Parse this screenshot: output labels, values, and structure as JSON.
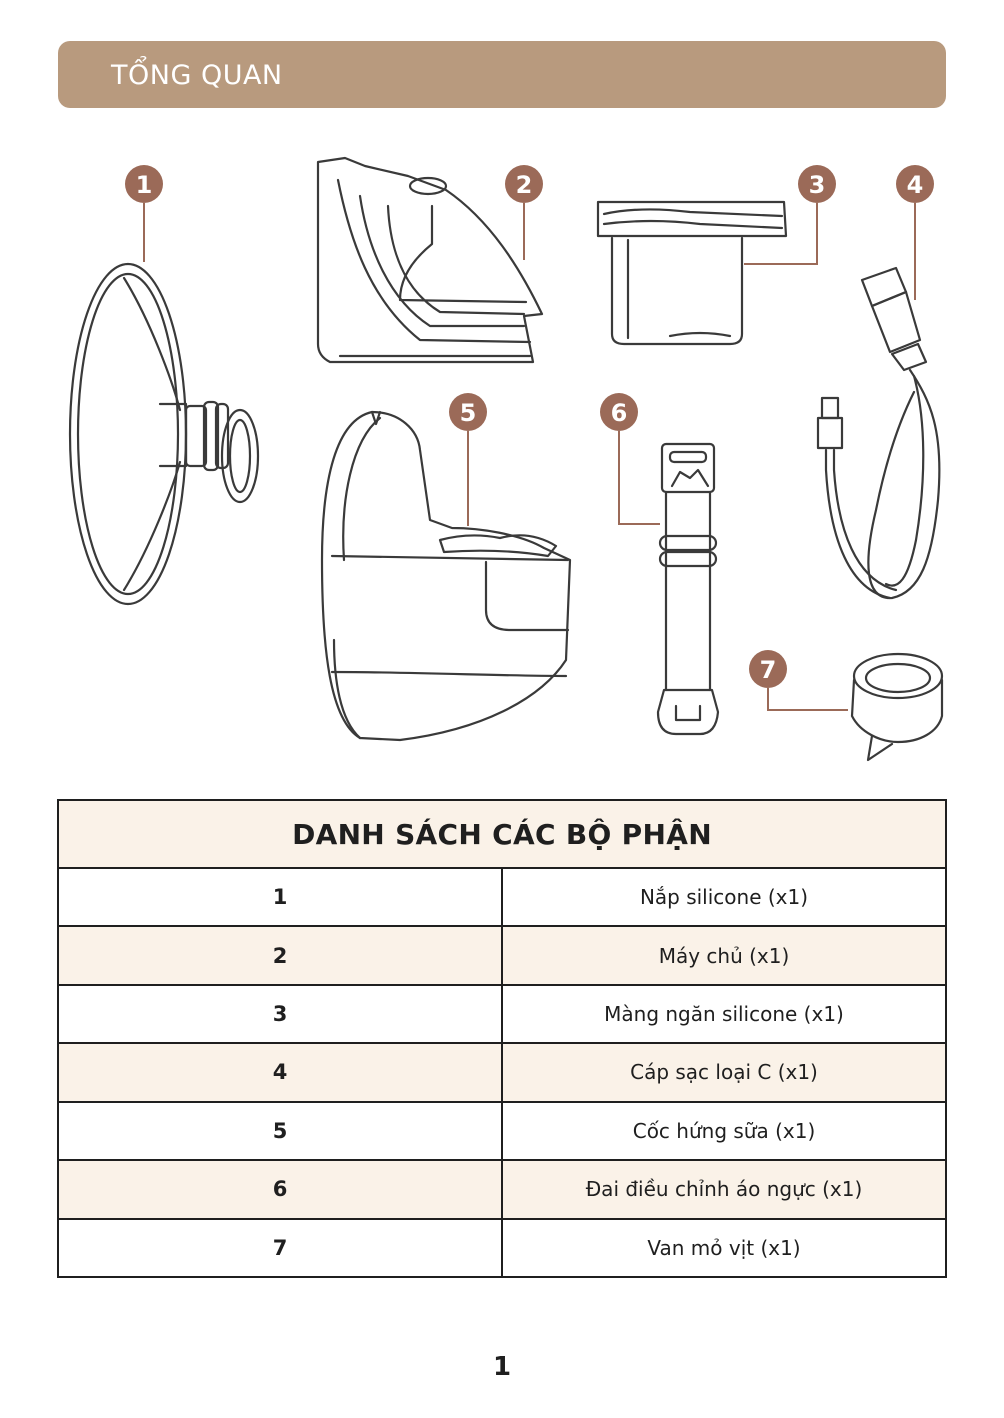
{
  "header": {
    "title": "TỔNG QUAN"
  },
  "figure": {
    "badges": [
      "1",
      "2",
      "3",
      "4",
      "5",
      "6",
      "7"
    ]
  },
  "parts_table": {
    "title": "DANH SÁCH CÁC BỘ PHẬN",
    "rows": [
      {
        "number": "1",
        "name": "Nắp silicone (x1)"
      },
      {
        "number": "2",
        "name": "Máy chủ (x1)"
      },
      {
        "number": "3",
        "name": "Màng ngăn silicone (x1)"
      },
      {
        "number": "4",
        "name": "Cáp sạc loại C (x1)"
      },
      {
        "number": "5",
        "name": "Cốc hứng sữa (x1)"
      },
      {
        "number": "6",
        "name": "Đai điều chỉnh áo ngực (x1)"
      },
      {
        "number": "7",
        "name": "Van mỏ vịt (x1)"
      }
    ]
  },
  "page_number": "1",
  "colors": {
    "accent": "#b89a7e",
    "badge": "#9b6a58",
    "row_tint": "#faf2e8",
    "line": "#3a3a3a"
  }
}
